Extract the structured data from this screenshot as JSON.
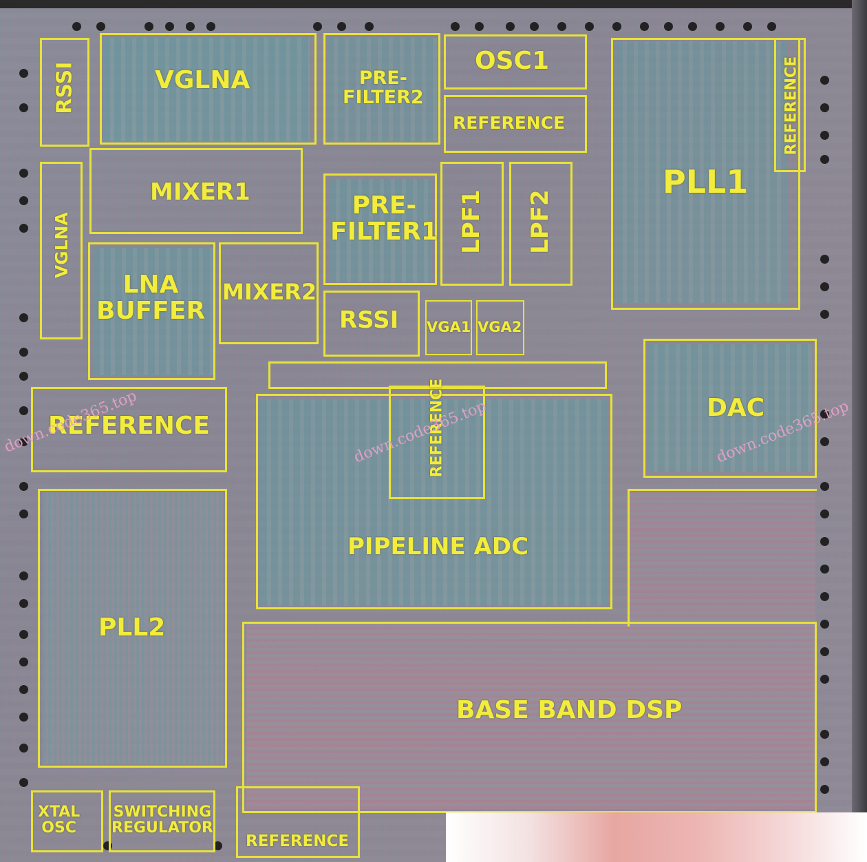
{
  "blocks": {
    "rssi_top": "RSSI",
    "vglna_top": "VGLNA",
    "prefilter2": "PRE-\nFILTER2",
    "osc1": "OSC1",
    "reference_top": "REFERENCE",
    "reference_right": "REFERENCE",
    "pll1": "PLL1",
    "mixer1": "MIXER1",
    "vglna_left": "VGLNA",
    "prefilter1": "PRE-\nFILTER1",
    "lpf1": "LPF1",
    "lpf2": "LPF2",
    "lna_buffer": "LNA\nBUFFER",
    "mixer2": "MIXER2",
    "rssi_mid": "RSSI",
    "vga1": "VGA1",
    "vga2": "VGA2",
    "reference_center": "REFERENCE",
    "dac": "DAC",
    "reference_left": "REFERENCE",
    "pipeline_adc": "PIPELINE ADC",
    "pll2": "PLL2",
    "base_band_dsp": "BASE BAND DSP",
    "xtal_osc": "XTAL\nOSC",
    "switching_regulator": "SWITCHING\nREGULATOR",
    "reference_bottom": "REFERENCE"
  },
  "watermarks": [
    "down.code365.top",
    "down.code365.top",
    "down.code365.top"
  ],
  "colors": {
    "label": "#f2ec3c",
    "frame": "#e8e23a",
    "watermark": "#e9a2c8"
  }
}
